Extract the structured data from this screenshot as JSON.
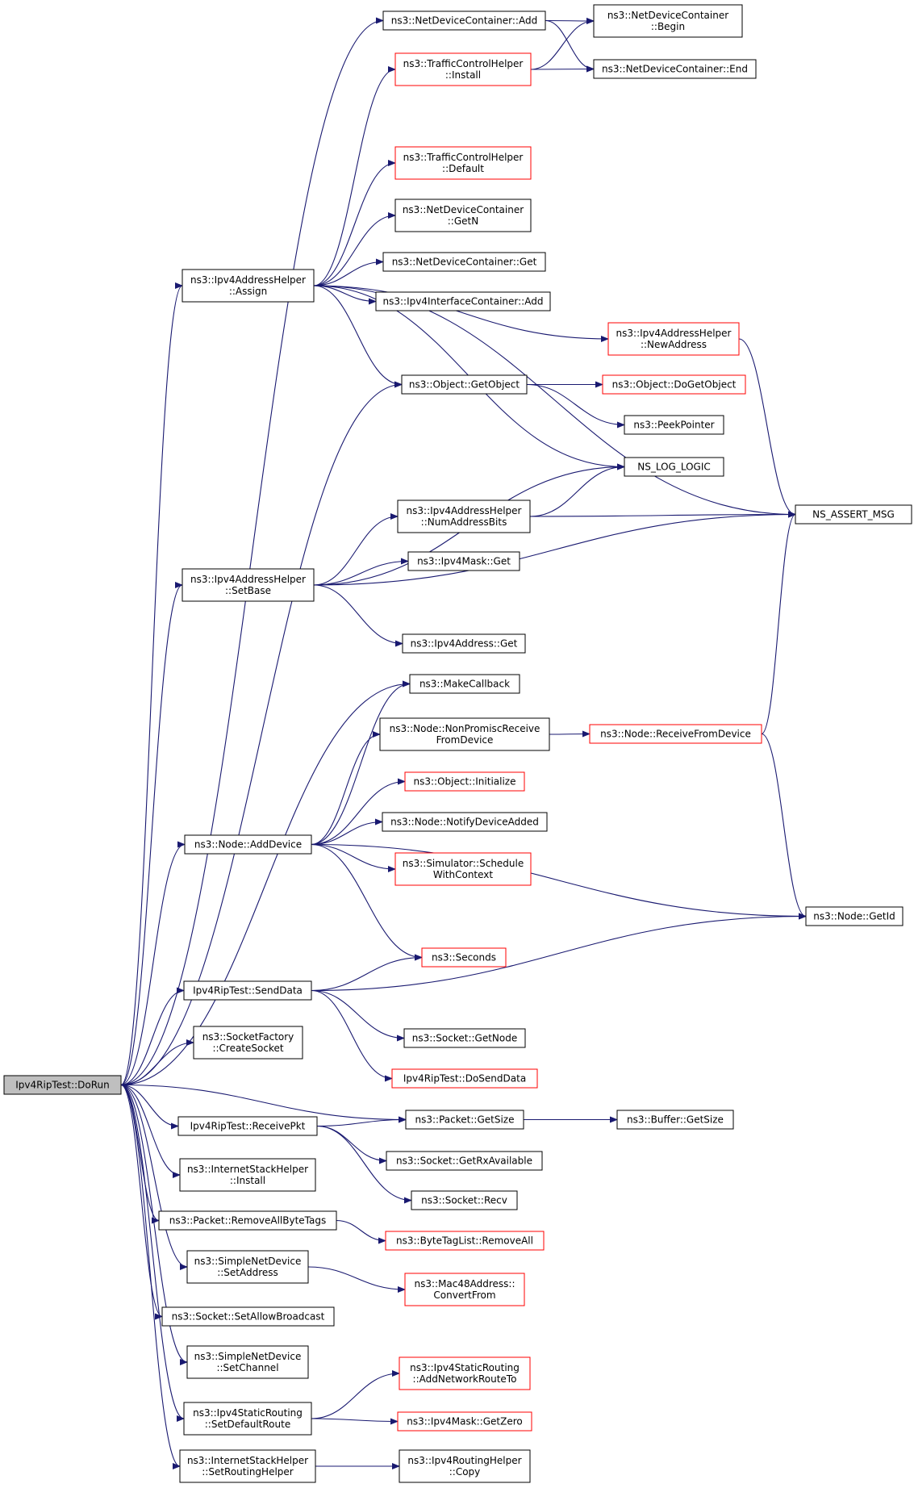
{
  "colors": {
    "edge": "#191970",
    "border_default": "#000000",
    "border_truncated": "#ff0000",
    "root_fill": "#bfbfbf"
  },
  "nodes": [
    {
      "id": "doRun",
      "lines": [
        "Ipv4RipTest::DoRun"
      ],
      "style": "root"
    },
    {
      "id": "ndcAdd",
      "lines": [
        "ns3::NetDeviceContainer::Add"
      ],
      "style": "black"
    },
    {
      "id": "ndcBegin",
      "lines": [
        "ns3::NetDeviceContainer",
        "::Begin"
      ],
      "style": "black"
    },
    {
      "id": "tchInstall",
      "lines": [
        "ns3::TrafficControlHelper",
        "::Install"
      ],
      "style": "red"
    },
    {
      "id": "ndcEnd",
      "lines": [
        "ns3::NetDeviceContainer::End"
      ],
      "style": "black"
    },
    {
      "id": "tchDefault",
      "lines": [
        "ns3::TrafficControlHelper",
        "::Default"
      ],
      "style": "red"
    },
    {
      "id": "ndcGetN",
      "lines": [
        "ns3::NetDeviceContainer",
        "::GetN"
      ],
      "style": "black"
    },
    {
      "id": "ndcGet",
      "lines": [
        "ns3::NetDeviceContainer::Get"
      ],
      "style": "black"
    },
    {
      "id": "ahAssign",
      "lines": [
        "ns3::Ipv4AddressHelper",
        "::Assign"
      ],
      "style": "black"
    },
    {
      "id": "icAdd",
      "lines": [
        "ns3::Ipv4InterfaceContainer::Add"
      ],
      "style": "black"
    },
    {
      "id": "ahNewAddress",
      "lines": [
        "ns3::Ipv4AddressHelper",
        "::NewAddress"
      ],
      "style": "red"
    },
    {
      "id": "objGetObject",
      "lines": [
        "ns3::Object::GetObject"
      ],
      "style": "black"
    },
    {
      "id": "objDoGetObject",
      "lines": [
        "ns3::Object::DoGetObject"
      ],
      "style": "red"
    },
    {
      "id": "peekPointer",
      "lines": [
        "ns3::PeekPointer"
      ],
      "style": "black"
    },
    {
      "id": "nsLogLogic",
      "lines": [
        "NS_LOG_LOGIC"
      ],
      "style": "black"
    },
    {
      "id": "ahNumAddressBits",
      "lines": [
        "ns3::Ipv4AddressHelper",
        "::NumAddressBits"
      ],
      "style": "black"
    },
    {
      "id": "nsAssertMsg",
      "lines": [
        "NS_ASSERT_MSG"
      ],
      "style": "black"
    },
    {
      "id": "maskGet",
      "lines": [
        "ns3::Ipv4Mask::Get"
      ],
      "style": "black"
    },
    {
      "id": "ahSetBase",
      "lines": [
        "ns3::Ipv4AddressHelper",
        "::SetBase"
      ],
      "style": "black"
    },
    {
      "id": "addrGet",
      "lines": [
        "ns3::Ipv4Address::Get"
      ],
      "style": "black"
    },
    {
      "id": "makeCallback",
      "lines": [
        "ns3::MakeCallback"
      ],
      "style": "black"
    },
    {
      "id": "nonPromisc",
      "lines": [
        "ns3::Node::NonPromiscReceive",
        "FromDevice"
      ],
      "style": "black"
    },
    {
      "id": "receiveFromDevice",
      "lines": [
        "ns3::Node::ReceiveFromDevice"
      ],
      "style": "red"
    },
    {
      "id": "objInitialize",
      "lines": [
        "ns3::Object::Initialize"
      ],
      "style": "red"
    },
    {
      "id": "notifyDeviceAdded",
      "lines": [
        "ns3::Node::NotifyDeviceAdded"
      ],
      "style": "black"
    },
    {
      "id": "nodeAddDevice",
      "lines": [
        "ns3::Node::AddDevice"
      ],
      "style": "black"
    },
    {
      "id": "simSchedule",
      "lines": [
        "ns3::Simulator::Schedule",
        "WithContext"
      ],
      "style": "red"
    },
    {
      "id": "nodeGetId",
      "lines": [
        "ns3::Node::GetId"
      ],
      "style": "black"
    },
    {
      "id": "seconds",
      "lines": [
        "ns3::Seconds"
      ],
      "style": "red"
    },
    {
      "id": "sendData",
      "lines": [
        "Ipv4RipTest::SendData"
      ],
      "style": "black"
    },
    {
      "id": "socketGetNode",
      "lines": [
        "ns3::Socket::GetNode"
      ],
      "style": "black"
    },
    {
      "id": "createSocket",
      "lines": [
        "ns3::SocketFactory",
        "::CreateSocket"
      ],
      "style": "black"
    },
    {
      "id": "doSendData",
      "lines": [
        "Ipv4RipTest::DoSendData"
      ],
      "style": "red"
    },
    {
      "id": "receivePkt",
      "lines": [
        "Ipv4RipTest::ReceivePkt"
      ],
      "style": "black"
    },
    {
      "id": "packetGetSize",
      "lines": [
        "ns3::Packet::GetSize"
      ],
      "style": "black"
    },
    {
      "id": "bufferGetSize",
      "lines": [
        "ns3::Buffer::GetSize"
      ],
      "style": "black"
    },
    {
      "id": "socketGetRx",
      "lines": [
        "ns3::Socket::GetRxAvailable"
      ],
      "style": "black"
    },
    {
      "id": "ishInstall",
      "lines": [
        "ns3::InternetStackHelper",
        "::Install"
      ],
      "style": "black"
    },
    {
      "id": "socketRecv",
      "lines": [
        "ns3::Socket::Recv"
      ],
      "style": "black"
    },
    {
      "id": "removeAllByteTags",
      "lines": [
        "ns3::Packet::RemoveAllByteTags"
      ],
      "style": "black"
    },
    {
      "id": "btlRemoveAll",
      "lines": [
        "ns3::ByteTagList::RemoveAll"
      ],
      "style": "red"
    },
    {
      "id": "sndSetAddress",
      "lines": [
        "ns3::SimpleNetDevice",
        "::SetAddress"
      ],
      "style": "black"
    },
    {
      "id": "macConvertFrom",
      "lines": [
        "ns3::Mac48Address::",
        "ConvertFrom"
      ],
      "style": "red"
    },
    {
      "id": "setAllowBroadcast",
      "lines": [
        "ns3::Socket::SetAllowBroadcast"
      ],
      "style": "black"
    },
    {
      "id": "sndSetChannel",
      "lines": [
        "ns3::SimpleNetDevice",
        "::SetChannel"
      ],
      "style": "black"
    },
    {
      "id": "addNetworkRouteTo",
      "lines": [
        "ns3::Ipv4StaticRouting",
        "::AddNetworkRouteTo"
      ],
      "style": "red"
    },
    {
      "id": "setDefaultRoute",
      "lines": [
        "ns3::Ipv4StaticRouting",
        "::SetDefaultRoute"
      ],
      "style": "black"
    },
    {
      "id": "maskGetZero",
      "lines": [
        "ns3::Ipv4Mask::GetZero"
      ],
      "style": "red"
    },
    {
      "id": "setRoutingHelper",
      "lines": [
        "ns3::InternetStackHelper",
        "::SetRoutingHelper"
      ],
      "style": "black"
    },
    {
      "id": "routingHelperCopy",
      "lines": [
        "ns3::Ipv4RoutingHelper",
        "::Copy"
      ],
      "style": "black"
    }
  ],
  "edges": [
    [
      "doRun",
      "ndcAdd"
    ],
    [
      "doRun",
      "ahAssign"
    ],
    [
      "doRun",
      "objGetObject"
    ],
    [
      "doRun",
      "ahSetBase"
    ],
    [
      "doRun",
      "makeCallback"
    ],
    [
      "doRun",
      "nodeAddDevice"
    ],
    [
      "doRun",
      "sendData"
    ],
    [
      "doRun",
      "createSocket"
    ],
    [
      "doRun",
      "packetGetSize"
    ],
    [
      "doRun",
      "receivePkt"
    ],
    [
      "doRun",
      "ishInstall"
    ],
    [
      "doRun",
      "removeAllByteTags"
    ],
    [
      "doRun",
      "sndSetAddress"
    ],
    [
      "doRun",
      "setAllowBroadcast"
    ],
    [
      "doRun",
      "sndSetChannel"
    ],
    [
      "doRun",
      "setDefaultRoute"
    ],
    [
      "doRun",
      "setRoutingHelper"
    ],
    [
      "ndcAdd",
      "ndcBegin"
    ],
    [
      "ndcAdd",
      "ndcEnd"
    ],
    [
      "tchInstall",
      "ndcBegin"
    ],
    [
      "tchInstall",
      "ndcEnd"
    ],
    [
      "ahAssign",
      "tchInstall"
    ],
    [
      "ahAssign",
      "nsAssertMsg"
    ],
    [
      "ahAssign",
      "tchDefault"
    ],
    [
      "ahAssign",
      "ndcGetN"
    ],
    [
      "ahAssign",
      "ndcGet"
    ],
    [
      "ahAssign",
      "icAdd"
    ],
    [
      "ahAssign",
      "ahNewAddress"
    ],
    [
      "ahAssign",
      "objGetObject"
    ],
    [
      "ahAssign",
      "nsLogLogic"
    ],
    [
      "ahNewAddress",
      "nsAssertMsg"
    ],
    [
      "objGetObject",
      "objDoGetObject"
    ],
    [
      "objGetObject",
      "peekPointer"
    ],
    [
      "ahNumAddressBits",
      "nsLogLogic"
    ],
    [
      "ahNumAddressBits",
      "nsAssertMsg"
    ],
    [
      "ahSetBase",
      "nsLogLogic"
    ],
    [
      "ahSetBase",
      "ahNumAddressBits"
    ],
    [
      "ahSetBase",
      "maskGet"
    ],
    [
      "ahSetBase",
      "nsAssertMsg"
    ],
    [
      "ahSetBase",
      "addrGet"
    ],
    [
      "nodeAddDevice",
      "makeCallback"
    ],
    [
      "nodeAddDevice",
      "nonPromisc"
    ],
    [
      "nodeAddDevice",
      "objInitialize"
    ],
    [
      "nodeAddDevice",
      "notifyDeviceAdded"
    ],
    [
      "nodeAddDevice",
      "simSchedule"
    ],
    [
      "nodeAddDevice",
      "nodeGetId"
    ],
    [
      "nodeAddDevice",
      "seconds"
    ],
    [
      "nonPromisc",
      "receiveFromDevice"
    ],
    [
      "receiveFromDevice",
      "nsAssertMsg"
    ],
    [
      "receiveFromDevice",
      "nodeGetId"
    ],
    [
      "sendData",
      "seconds"
    ],
    [
      "sendData",
      "nodeGetId"
    ],
    [
      "sendData",
      "socketGetNode"
    ],
    [
      "sendData",
      "doSendData"
    ],
    [
      "receivePkt",
      "packetGetSize"
    ],
    [
      "receivePkt",
      "socketGetRx"
    ],
    [
      "receivePkt",
      "socketRecv"
    ],
    [
      "packetGetSize",
      "bufferGetSize"
    ],
    [
      "removeAllByteTags",
      "btlRemoveAll"
    ],
    [
      "sndSetAddress",
      "macConvertFrom"
    ],
    [
      "setDefaultRoute",
      "addNetworkRouteTo"
    ],
    [
      "setDefaultRoute",
      "maskGetZero"
    ],
    [
      "setRoutingHelper",
      "routingHelperCopy"
    ]
  ]
}
